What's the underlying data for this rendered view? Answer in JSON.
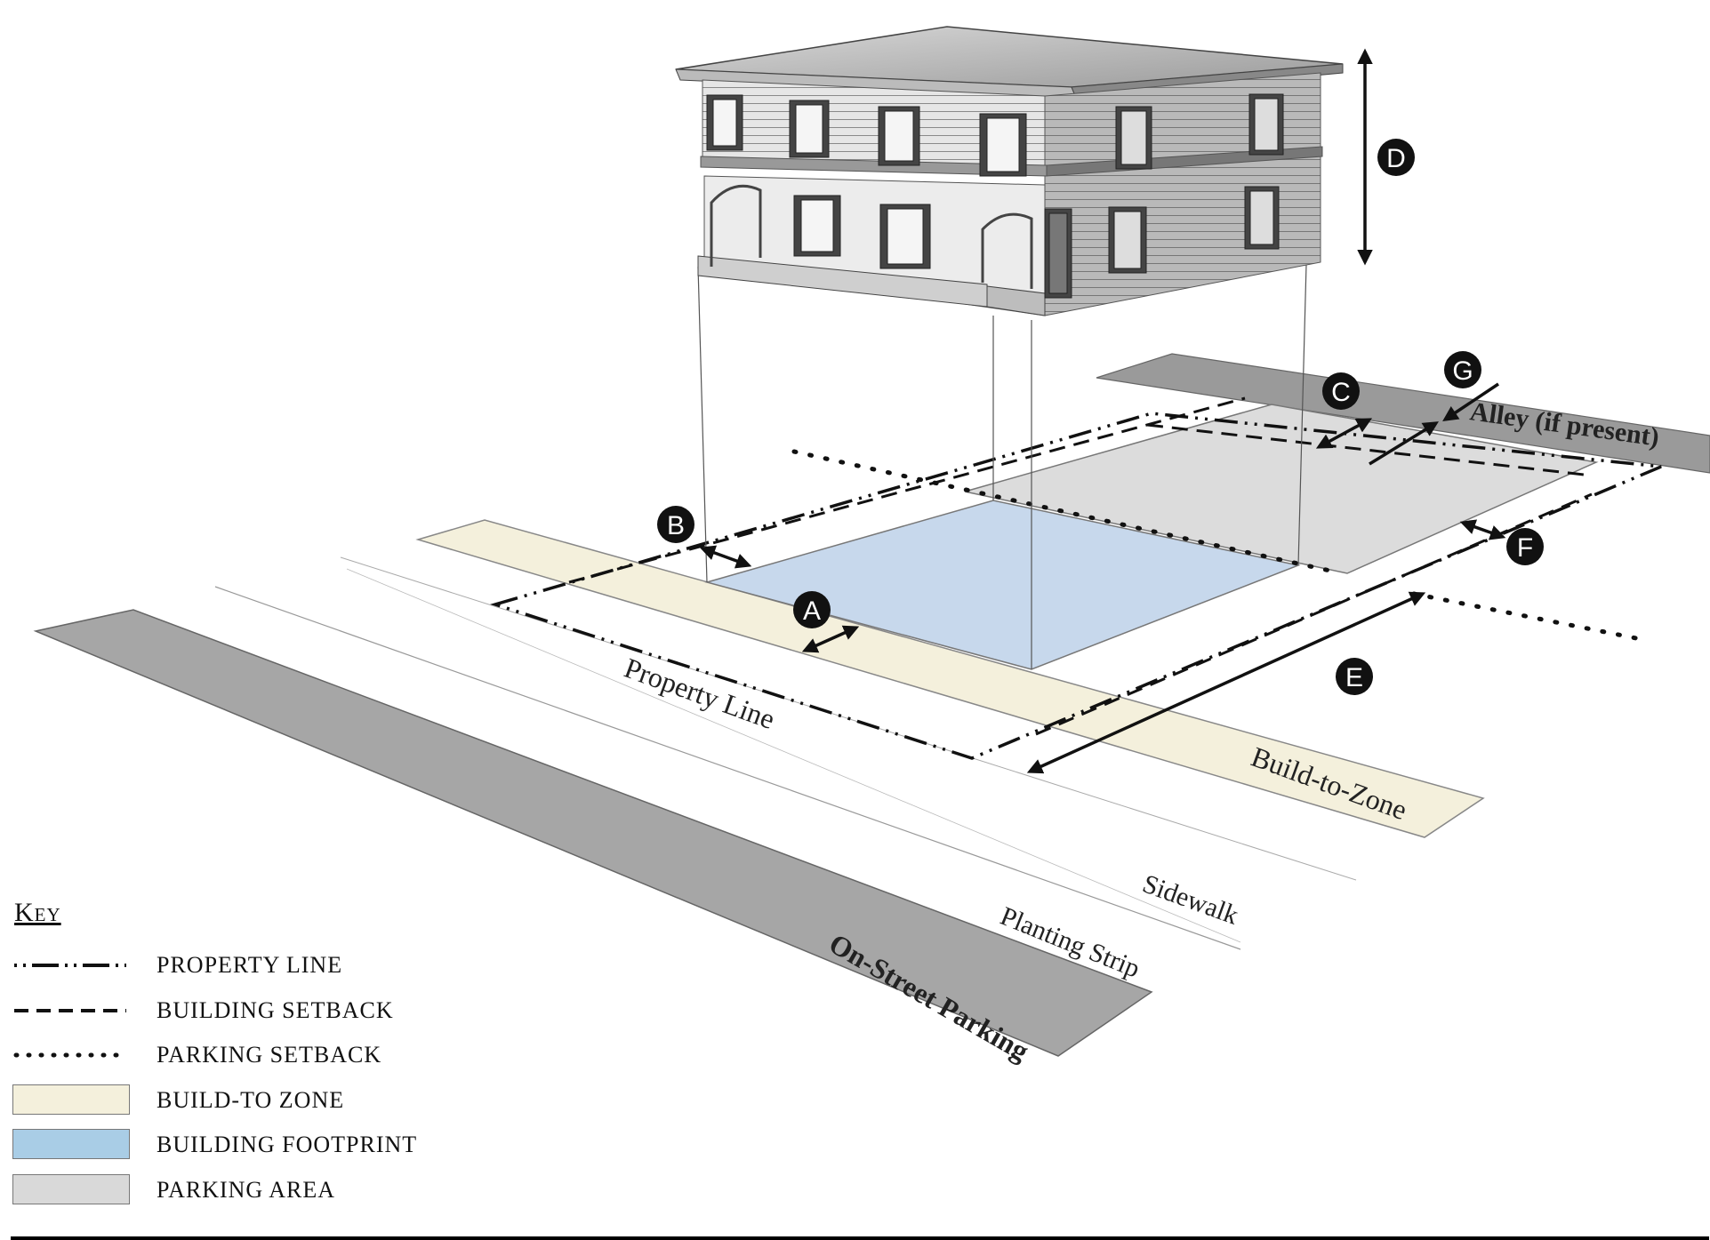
{
  "labels": {
    "property_line": "Property Line",
    "build_to_zone": "Build-to-Zone",
    "sidewalk": "Sidewalk",
    "planting_strip": "Planting Strip",
    "on_street_parking": "On-Street Parking",
    "alley": "Alley (if present)"
  },
  "badges": [
    "A",
    "B",
    "C",
    "D",
    "E",
    "F",
    "G"
  ],
  "key": {
    "title": "Key",
    "items": [
      {
        "label": "PROPERTY LINE",
        "style": "dash-dot-dot"
      },
      {
        "label": "BUILDING SETBACK",
        "style": "dash"
      },
      {
        "label": "PARKING SETBACK",
        "style": "dot"
      },
      {
        "label": "BUILD-TO ZONE",
        "style": "fill",
        "color": "#f4f0dc"
      },
      {
        "label": "BUILDING FOOTPRINT",
        "style": "fill",
        "color": "#a9cde6"
      },
      {
        "label": "PARKING AREA",
        "style": "fill",
        "color": "#d9d9d9"
      }
    ]
  },
  "colors": {
    "build_to_zone": "#f4f0dc",
    "building_footprint": "#c7d8ec",
    "parking_area": "#dcdcdc",
    "street": "#a6a6a6",
    "alley": "#9a9a9a"
  }
}
